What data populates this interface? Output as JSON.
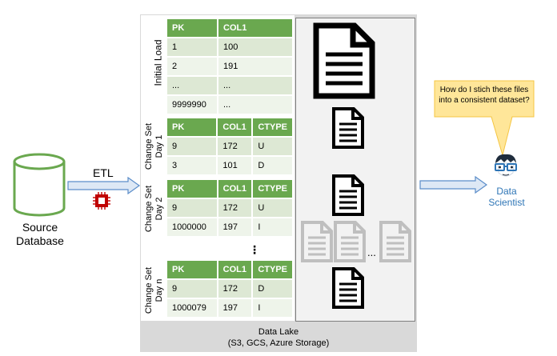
{
  "source": {
    "line1": "Source",
    "line2": "Database"
  },
  "etl_label": "ETL",
  "initial_load": {
    "label": "Initial Load",
    "headers": [
      "PK",
      "COL1"
    ],
    "rows": [
      [
        "1",
        "100"
      ],
      [
        "2",
        "191"
      ],
      [
        "...",
        "..."
      ],
      [
        "9999990",
        "..."
      ]
    ]
  },
  "change_sets": [
    {
      "label_line1": "Change Set",
      "label_line2": "Day 1",
      "headers": [
        "PK",
        "COL1",
        "CTYPE"
      ],
      "rows": [
        [
          "9",
          "172",
          "U"
        ],
        [
          "3",
          "101",
          "D"
        ]
      ]
    },
    {
      "label_line1": "Change Set",
      "label_line2": "Day 2",
      "headers": [
        "PK",
        "COL1",
        "CTYPE"
      ],
      "rows": [
        [
          "9",
          "172",
          "U"
        ],
        [
          "1000000",
          "197",
          "I"
        ]
      ]
    },
    {
      "label_line1": "Change Set",
      "label_line2": "Day n",
      "headers": [
        "PK",
        "COL1",
        "CTYPE"
      ],
      "rows": [
        [
          "9",
          "172",
          "D"
        ],
        [
          "1000079",
          "197",
          "I"
        ]
      ]
    }
  ],
  "vertical_ellipsis": "⋮",
  "files_ellipsis": "...",
  "data_lake": {
    "line1": "Data Lake",
    "line2": "(S3, GCS, Azure Storage)"
  },
  "callout": {
    "line1": "How do I stich these files",
    "line2": "into a consistent dataset?"
  },
  "scientist": {
    "line1": "Data",
    "line2": "Scientist"
  },
  "colors": {
    "header_green": "#6aa84f",
    "row_green": "#dde8d4",
    "callout_yellow": "#ffe699",
    "scientist_blue": "#2e75b6",
    "chip_red": "#c00000"
  }
}
